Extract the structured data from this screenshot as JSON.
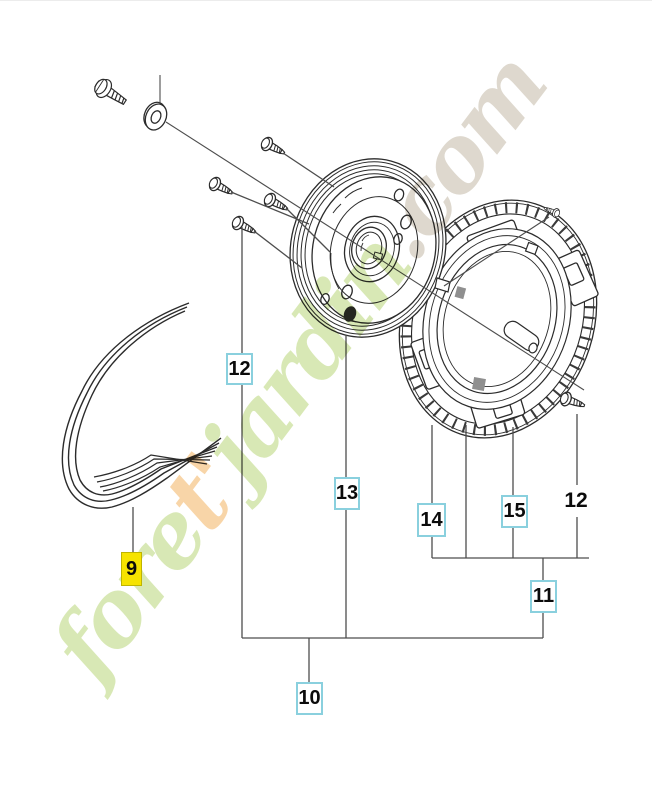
{
  "diagram": {
    "kind": "exploded parts diagram",
    "background_color": "#ffffff",
    "line_color": "#2b2b2b",
    "leader_color": "#4d4d4d",
    "callout_border_color": "#8ad0de",
    "callout_text_color": "#0b0b0b",
    "highlight_fill_color": "#f6e300"
  },
  "callouts": [
    {
      "id": "9",
      "text": "9",
      "style": "highlighted"
    },
    {
      "id": "10",
      "text": "10",
      "style": "boxed"
    },
    {
      "id": "11",
      "text": "11",
      "style": "boxed"
    },
    {
      "id": "12-left",
      "text": "12",
      "style": "boxed"
    },
    {
      "id": "12-right",
      "text": "12",
      "style": "plain"
    },
    {
      "id": "13",
      "text": "13",
      "style": "boxed"
    },
    {
      "id": "14",
      "text": "14",
      "style": "boxed"
    },
    {
      "id": "15",
      "text": "15",
      "style": "boxed"
    }
  ],
  "watermark": {
    "full_text": "foret'jardin.com",
    "parts": [
      {
        "text": "fore",
        "color": "#cfe3a2"
      },
      {
        "text": "t'",
        "color": "#f7cb92"
      },
      {
        "text": "jardin",
        "color": "#cfe3a2"
      },
      {
        "text": ".com",
        "color": "#d6cfc2"
      }
    ]
  }
}
